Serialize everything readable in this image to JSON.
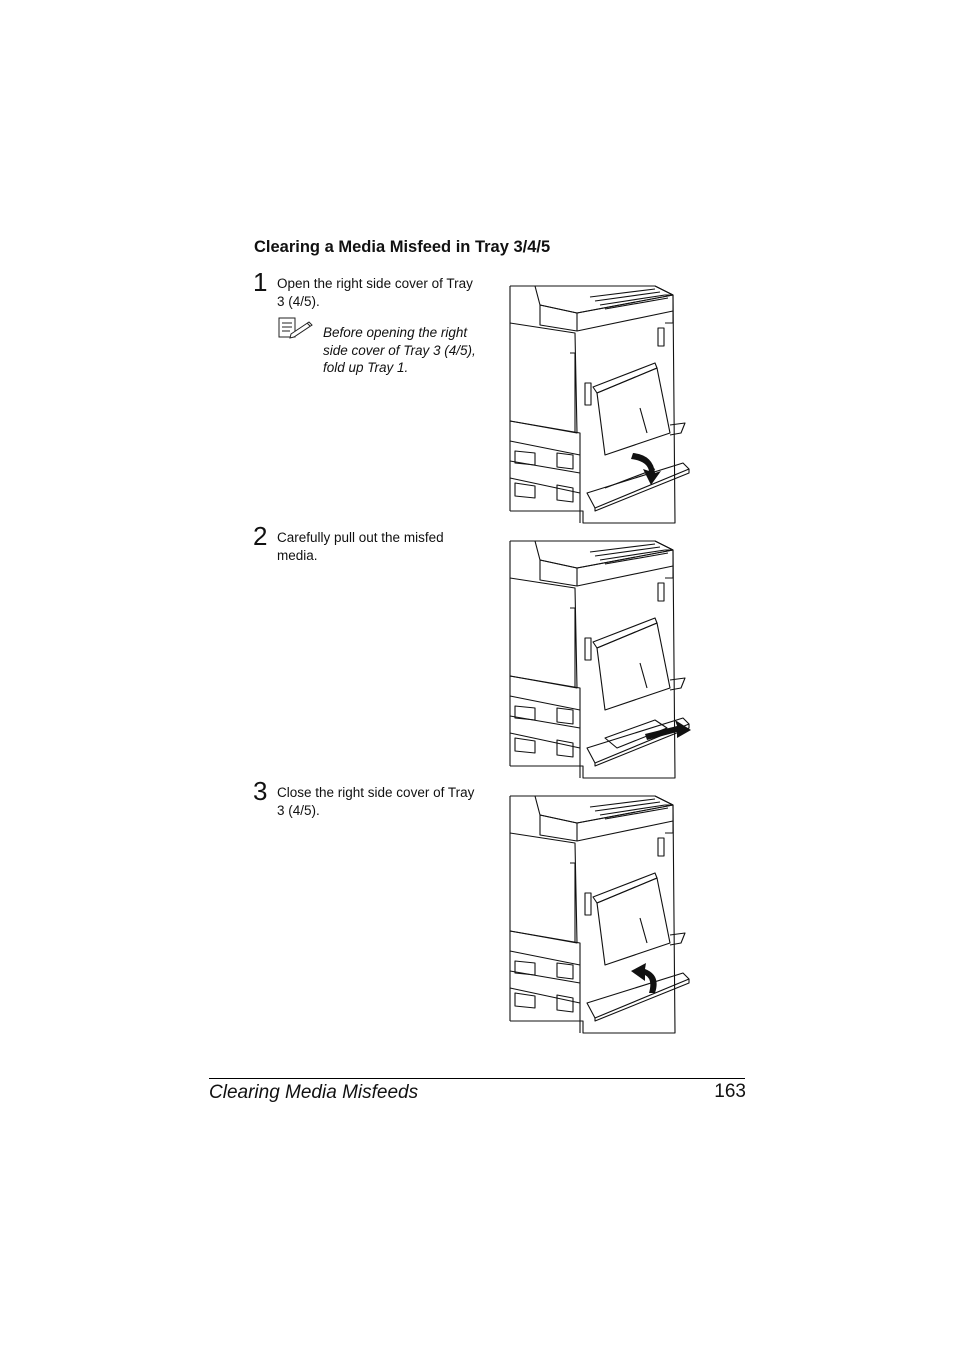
{
  "section": {
    "heading": "Clearing a Media Misfeed in Tray 3/4/5"
  },
  "steps": [
    {
      "number": "1",
      "text": "Open the right side cover of Tray 3 (4/5).",
      "note": "Before opening the right side cover of Tray 3 (4/5), fold up Tray 1.",
      "note_icon": "note-pad-icon",
      "illustration": "printer-open-tray3-cover-illustration"
    },
    {
      "number": "2",
      "text": "Carefully pull out the misfed media.",
      "illustration": "printer-pull-misfed-media-illustration"
    },
    {
      "number": "3",
      "text": "Close the right side cover of Tray 3 (4/5).",
      "illustration": "printer-close-tray3-cover-illustration"
    }
  ],
  "footer": {
    "title": "Clearing Media Misfeeds",
    "page_number": "163"
  }
}
